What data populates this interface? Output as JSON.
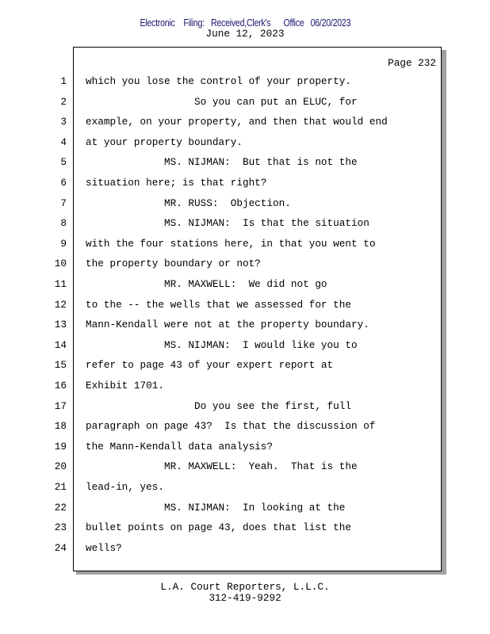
{
  "header": {
    "filing_stamp": "Electronic    Filing:   Received,Clerk's      Office   06/20/2023",
    "date": "June 12, 2023"
  },
  "page_label": "Page 232",
  "lines": [
    {
      "n": "1",
      "text": "which you lose the control of your property."
    },
    {
      "n": "2",
      "text": "                  So you can put an ELUC, for"
    },
    {
      "n": "3",
      "text": "example, on your property, and then that would end"
    },
    {
      "n": "4",
      "text": "at your property boundary."
    },
    {
      "n": "5",
      "text": "             MS. NIJMAN:  But that is not the"
    },
    {
      "n": "6",
      "text": "situation here; is that right?"
    },
    {
      "n": "7",
      "text": "             MR. RUSS:  Objection."
    },
    {
      "n": "8",
      "text": "             MS. NIJMAN:  Is that the situation"
    },
    {
      "n": "9",
      "text": "with the four stations here, in that you went to"
    },
    {
      "n": "10",
      "text": "the property boundary or not?"
    },
    {
      "n": "11",
      "text": "             MR. MAXWELL:  We did not go"
    },
    {
      "n": "12",
      "text": "to the -- the wells that we assessed for the"
    },
    {
      "n": "13",
      "text": "Mann-Kendall were not at the property boundary."
    },
    {
      "n": "14",
      "text": "             MS. NIJMAN:  I would like you to"
    },
    {
      "n": "15",
      "text": "refer to page 43 of your expert report at"
    },
    {
      "n": "16",
      "text": "Exhibit 1701."
    },
    {
      "n": "17",
      "text": "                  Do you see the first, full"
    },
    {
      "n": "18",
      "text": "paragraph on page 43?  Is that the discussion of"
    },
    {
      "n": "19",
      "text": "the Mann-Kendall data analysis?"
    },
    {
      "n": "20",
      "text": "             MR. MAXWELL:  Yeah.  That is the"
    },
    {
      "n": "21",
      "text": "lead-in, yes."
    },
    {
      "n": "22",
      "text": "             MS. NIJMAN:  In looking at the"
    },
    {
      "n": "23",
      "text": "bullet points on page 43, does that list the"
    },
    {
      "n": "24",
      "text": "wells?"
    }
  ],
  "footer": {
    "company": "L.A. Court Reporters, L.L.C.",
    "phone": "312-419-9292"
  }
}
